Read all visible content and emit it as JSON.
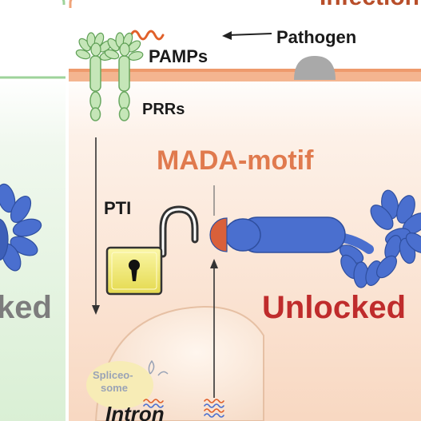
{
  "labels": {
    "header": "Infection",
    "pamps": "PAMPs",
    "pathogen": "Pathogen",
    "prrs": "PRRs",
    "mada_motif": "MADA-motif",
    "pti": "PTI",
    "locked_fragment": "ked",
    "unlocked": "Unlocked",
    "spliceosome_line1": "Spliceo-",
    "spliceosome_line2": "some",
    "intron": "Intron"
  },
  "colors": {
    "left_panel_bg": "#e4f2e0",
    "left_panel_border": "#9ed39a",
    "right_panel_bg": "#fbe5d6",
    "top_band": "#f0a47a",
    "orange_text": "#e07a4e",
    "red_text": "#bf2c2c",
    "protein_blue": "#4a6fcf",
    "protein_orange": "#d9603a",
    "prr_green": "#a9d79a",
    "lock_yellow": "#f1ea78",
    "pathogen_grey": "#a9a9a9",
    "spliceosome_yellow": "#f7ecb6",
    "locked_text_grey": "#7d7d7d"
  }
}
